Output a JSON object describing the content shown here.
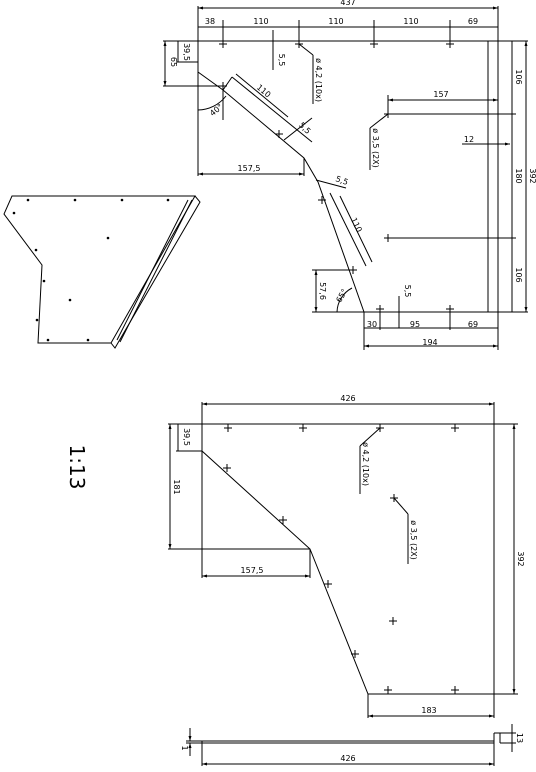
{
  "top_view": {
    "overall_width": "437",
    "top_segments": [
      "38",
      "110",
      "110",
      "110",
      "69"
    ],
    "left_top_small": "39,5",
    "left_top_65": "65",
    "dim_5_5_top": "5,5",
    "angle_40": "40°",
    "edge_110_upper": "110",
    "dim_5_5_upper": "5,5",
    "hole_42_label": "ø 4,2 (10x)",
    "hole_35_label": "ø 3,5 (2X)",
    "dim_157_5": "157,5",
    "dim_157": "157",
    "dim_12": "12",
    "right_106_top": "106",
    "right_180": "180",
    "right_392": "392",
    "right_106_bottom": "106",
    "dim_5_5_lower": "5,5",
    "edge_110_lower": "110",
    "dim_57_6": "57,6",
    "angle_65": "65°",
    "dim_5_5_bottom": "5,5",
    "bottom_segments": [
      "30",
      "95",
      "69"
    ],
    "bottom_194": "194"
  },
  "page_label": "1:13",
  "bottom_view": {
    "width_426": "426",
    "left_39_5": "39,5",
    "left_181": "181",
    "dim_157_5": "157,5",
    "hole_42_label": "ø 4,2 (10x)",
    "hole_35_label": "ø 3,5 (2X)",
    "right_392": "392",
    "bottom_183": "183"
  },
  "side_view": {
    "thickness_1": "1",
    "height_13": "13",
    "width_426": "426"
  }
}
